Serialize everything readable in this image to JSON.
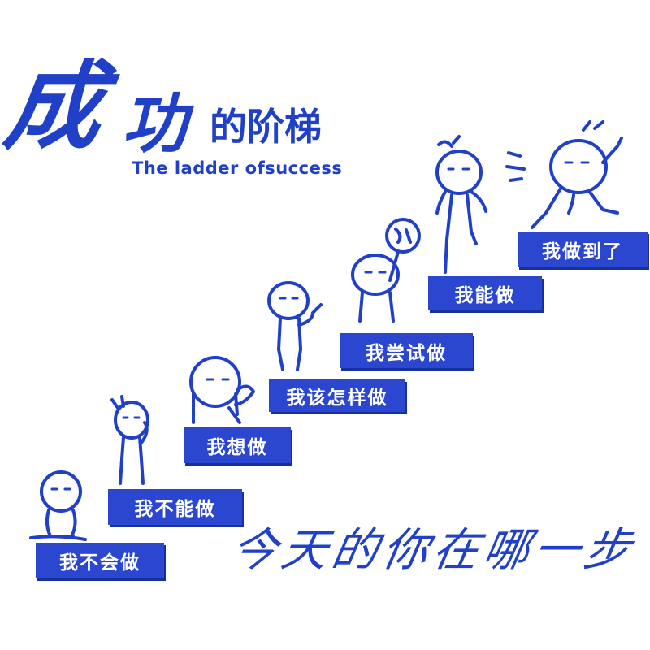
{
  "title": {
    "char1": "成",
    "char2": "功",
    "rest": "的阶梯",
    "subtitle": "The ladder ofsuccess"
  },
  "steps": [
    {
      "label": "我不会做"
    },
    {
      "label": "我不能做"
    },
    {
      "label": "我想做"
    },
    {
      "label": "我该怎样做"
    },
    {
      "label": "我尝试做"
    },
    {
      "label": "我能做"
    },
    {
      "label": "我做到了"
    }
  ],
  "slogan": "今天的你在哪一步",
  "colors": {
    "brand_blue": "#2040c8",
    "plate_blue": "#2b47cf",
    "background": "#ffffff"
  }
}
